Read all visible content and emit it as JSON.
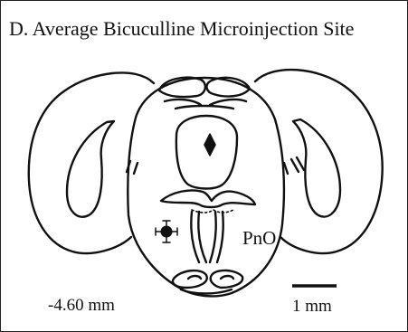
{
  "figure": {
    "title": "D. Average Bicuculline Microinjection Site",
    "region_label": "PnO",
    "section_level": "-4.60 mm",
    "scale_bar_label": "1 mm"
  },
  "colors": {
    "ink": "#111111",
    "background": "#ffffff"
  }
}
